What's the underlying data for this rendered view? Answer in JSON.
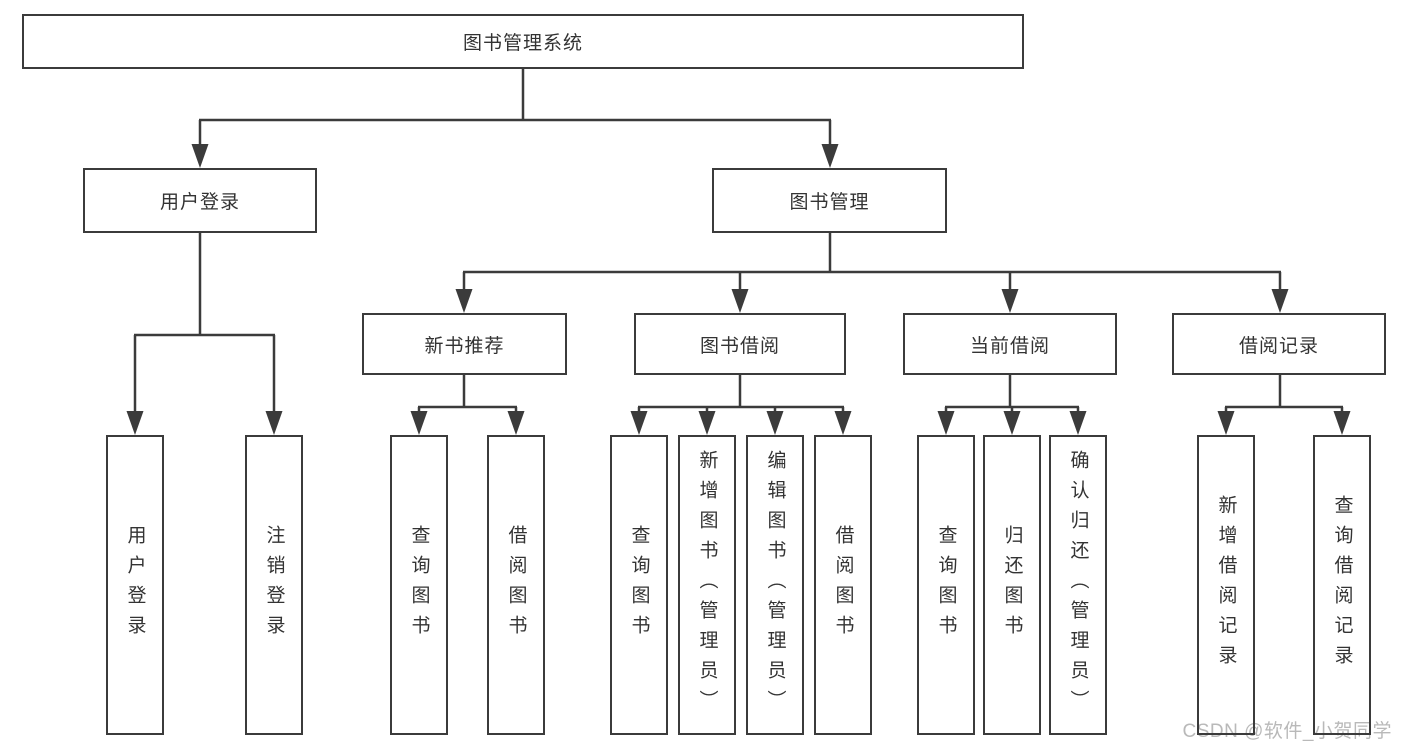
{
  "tree": {
    "label": "图书管理系统",
    "children": [
      {
        "label": "用户登录",
        "children": [
          {
            "label": "用户登录"
          },
          {
            "label": "注销登录"
          }
        ]
      },
      {
        "label": "图书管理",
        "children": [
          {
            "label": "新书推荐",
            "children": [
              {
                "label": "查询图书"
              },
              {
                "label": "借阅图书"
              }
            ]
          },
          {
            "label": "图书借阅",
            "children": [
              {
                "label": "查询图书"
              },
              {
                "label": "新增图书（管理员）"
              },
              {
                "label": "编辑图书（管理员）"
              },
              {
                "label": "借阅图书"
              }
            ]
          },
          {
            "label": "当前借阅",
            "children": [
              {
                "label": "查询图书"
              },
              {
                "label": "归还图书"
              },
              {
                "label": "确认归还（管理员）"
              }
            ]
          },
          {
            "label": "借阅记录",
            "children": [
              {
                "label": "新增借阅记录"
              },
              {
                "label": "查询借阅记录"
              }
            ]
          }
        ]
      }
    ]
  },
  "watermark": {
    "text": "CSDN @软件_小贺同学"
  },
  "colors": {
    "line": "#3b3b3b",
    "text": "#333333",
    "watermark": "#b9b9b9",
    "background": "#ffffff"
  }
}
